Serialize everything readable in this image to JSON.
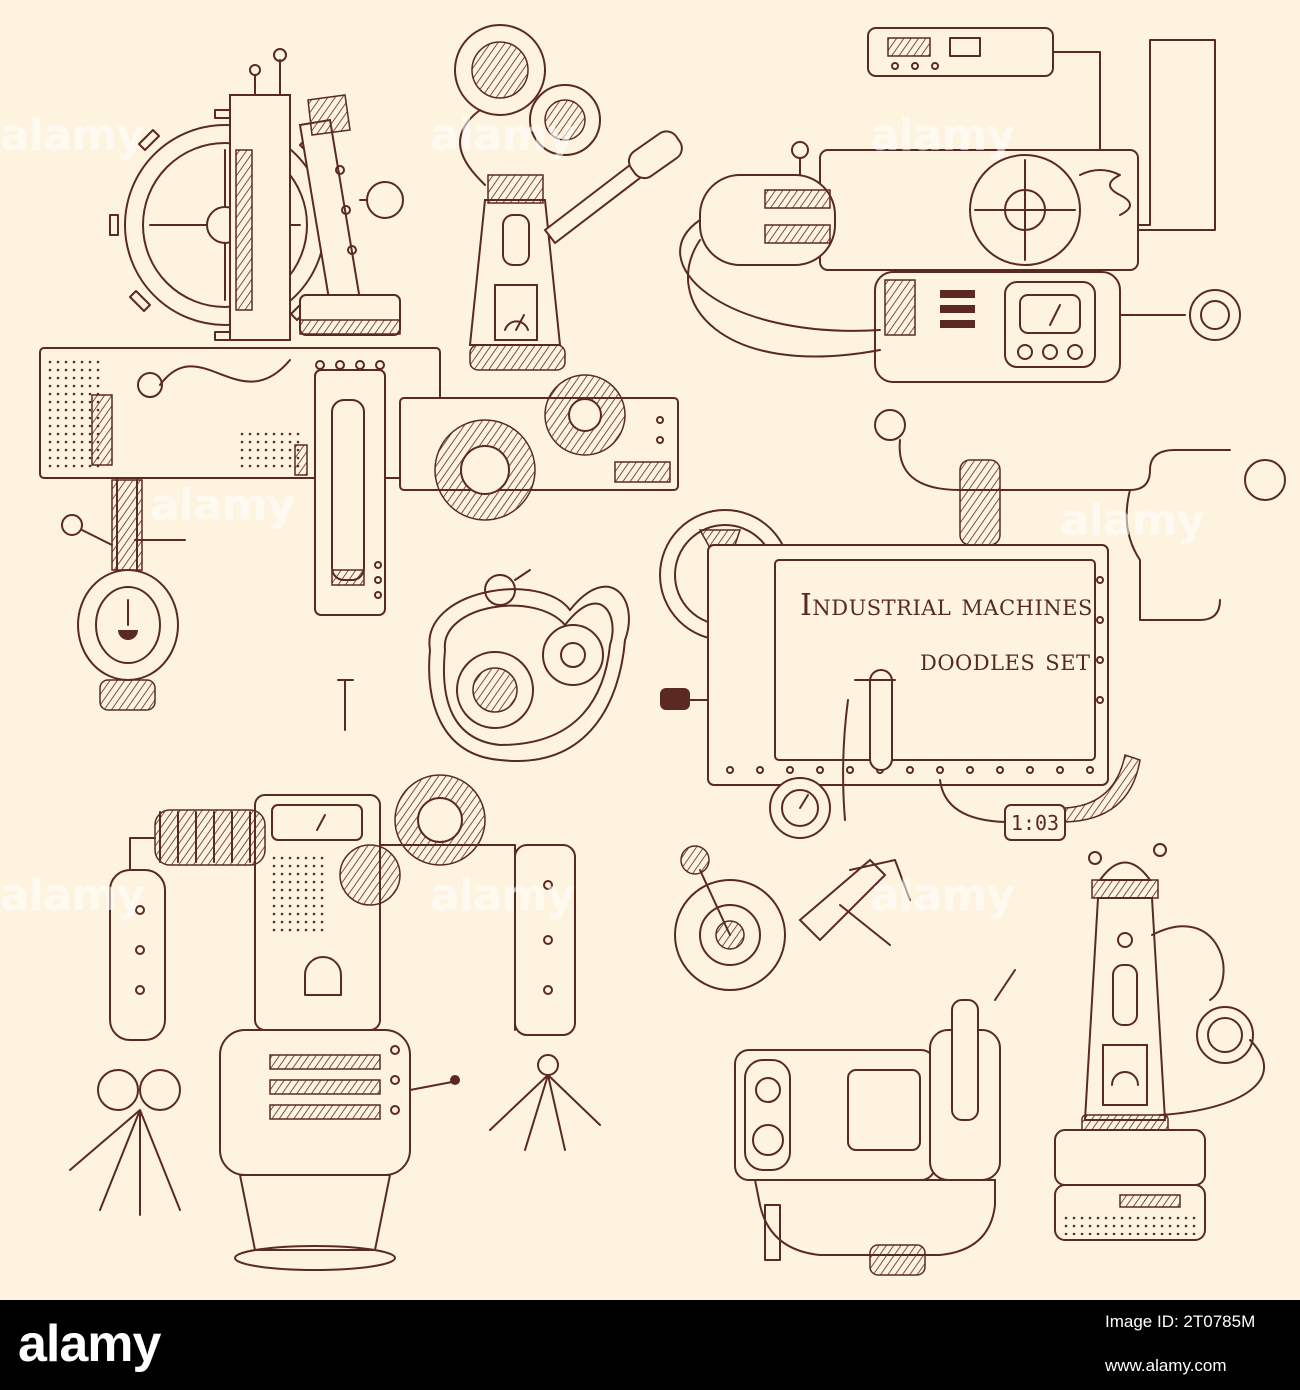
{
  "illustration": {
    "title_line1": "Industrial machines",
    "title_line2": "doodles set",
    "timer_display": "1:03",
    "ink_color": "#5a2a22",
    "background_color": "#fdf3df"
  },
  "watermark": {
    "text": "alamy"
  },
  "footer": {
    "logo": "alamy",
    "image_id_label": "Image ID: 2T0785M",
    "image_id_value": "www.alamy.com"
  }
}
